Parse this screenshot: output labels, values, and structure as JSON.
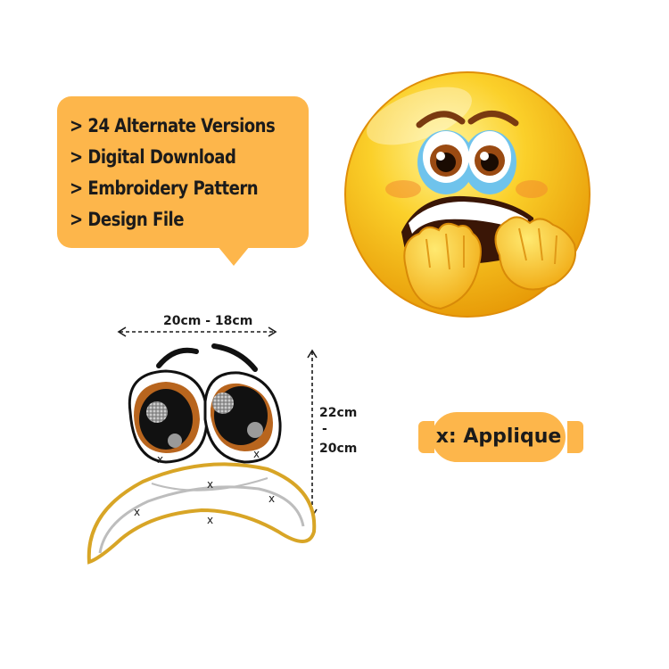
{
  "features": [
    "> 24 Alternate Versions",
    "> Digital Download",
    "> Embroidery Pattern",
    "> Design File"
  ],
  "legend": {
    "label": "x: Applique"
  },
  "dimensions": {
    "width_label": "20cm - 18cm",
    "height_top": "22cm",
    "height_sep": "-",
    "height_bottom": "20cm"
  },
  "pattern": {
    "marker": "x"
  },
  "colors": {
    "accent": "#fdb64b",
    "emoji_yellow": "#f9c21a",
    "thread_brown": "#b8651e",
    "thread_gold": "#d8a526",
    "thread_gray": "#bdbdbd"
  },
  "icons": [
    "scared-emoji-icon",
    "embroidery-face-pattern"
  ]
}
